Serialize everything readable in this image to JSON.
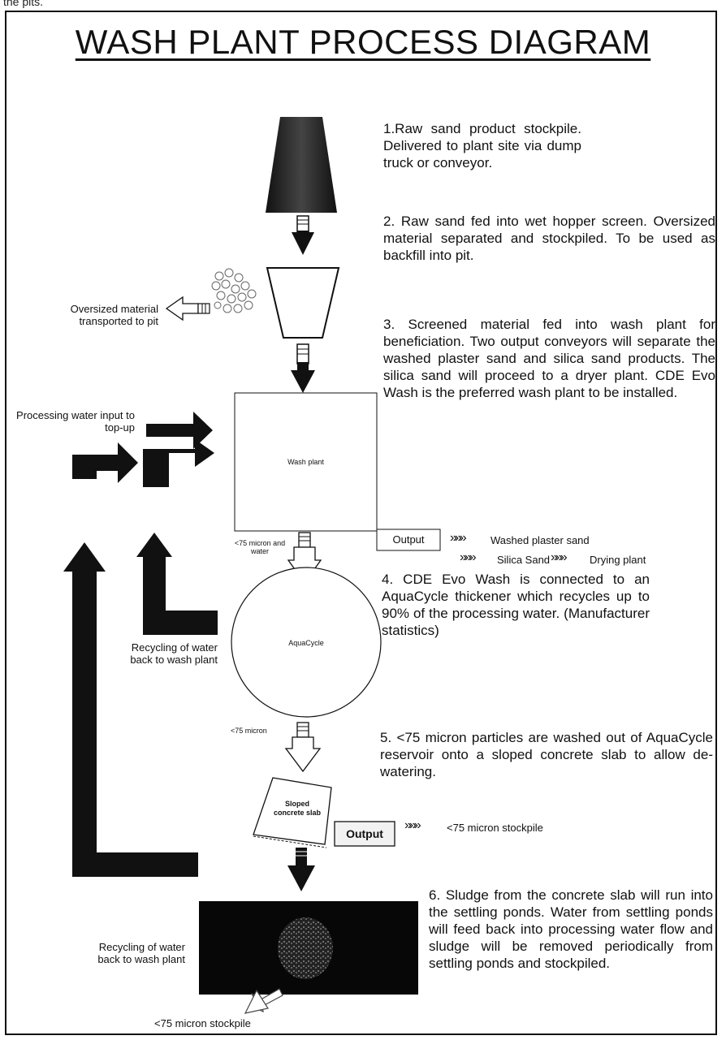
{
  "top_text": "the pits.",
  "title": "WASH PLANT PROCESS DIAGRAM",
  "steps": {
    "s1": "1.Raw sand product stockpile. Delivered to plant site via dump truck or conveyor.",
    "s2": "2. Raw sand fed into wet hopper screen. Oversized material separated and stockpiled. To be used as backfill into pit.",
    "s3": "3. Screened material fed into wash plant for beneficiation. Two output conveyors will separate the washed plaster sand and silica sand products. The silica sand will proceed to a dryer plant. CDE Evo Wash is the preferred wash plant to be installed.",
    "s4": "4. CDE Evo Wash is connected to an AquaCycle thickener which recycles up to 90% of the processing water. (Manufacturer statistics)",
    "s5": "5. <75 micron particles are washed out of AquaCycle reservoir onto a sloped concrete slab to allow de-watering.",
    "s6": "6. Sludge from the concrete slab will run into the settling ponds. Water from settling ponds will feed back into processing water flow and sludge will be removed periodically from settling ponds and stockpiled."
  },
  "labels": {
    "oversized": "Oversized material transported to pit",
    "processing_water": "Processing water input to top-up",
    "recycling_1": "Recycling of water back to wash plant",
    "recycling_2": "Recycling of water back to wash plant",
    "micron_water": "<75 micron and water",
    "micron_small": "<75 micron",
    "bottom_stockpile": "<75 micron stockpile"
  },
  "nodes": {
    "wash_plant": "Wash plant",
    "aquacycle": "AquaCycle",
    "slab": "Sloped concrete slab"
  },
  "outputs": {
    "output1_label": "Output",
    "washed_plaster": "Washed plaster sand",
    "silica_sand": "Silica Sand",
    "drying_plant": "Drying plant",
    "output2_label": "Output",
    "micron_stockpile": "<75 micron stockpile"
  },
  "colors": {
    "ink": "#111111",
    "frame": "#111111",
    "background": "#ffffff"
  }
}
